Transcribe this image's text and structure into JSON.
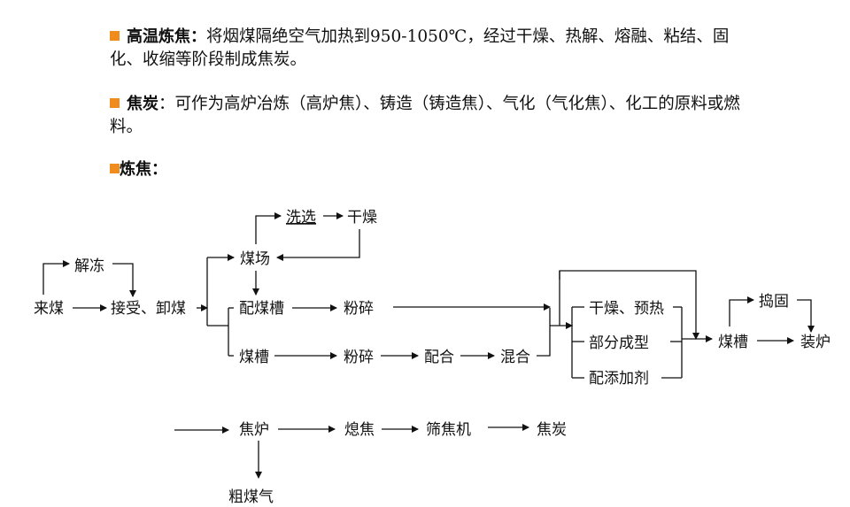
{
  "paragraphs": {
    "p1": {
      "term": "高温炼焦：",
      "text": "将烟煤隔绝空气加热到950-1050℃，经过干燥、热解、熔融、粘结、固化、收缩等阶段制成焦炭。"
    },
    "p2": {
      "term": "焦炭",
      "text": "：可作为高炉冶炼（高炉焦）、铸造（铸造焦）、气化（气化焦）、化工的原料或燃料。"
    },
    "p3": {
      "term": "炼焦：",
      "text": ""
    }
  },
  "colors": {
    "bullet": "#f08c1e",
    "line": "#111111"
  },
  "flow": {
    "laimei": "来煤",
    "jiedong": "解冻",
    "jieshou": "接受、卸煤",
    "meichang": "煤场",
    "xixuan": "洗选",
    "ganzao_top": "干燥",
    "peimeicao": "配煤槽",
    "fensui1": "粉碎",
    "meicao1": "煤槽",
    "fensui2": "粉碎",
    "peihe": "配合",
    "hunhe": "混合",
    "ganzao_yure": "干燥、预热",
    "bufen": "部分成型",
    "peitian": "配添加剂",
    "meicao2": "煤槽",
    "daogu": "捣固",
    "zhuanglu": "装炉",
    "jiaolu": "焦炉",
    "xijiao": "熄焦",
    "shaijiao": "筛焦机",
    "jiaotan": "焦炭",
    "cumeiqi": "粗煤气"
  }
}
